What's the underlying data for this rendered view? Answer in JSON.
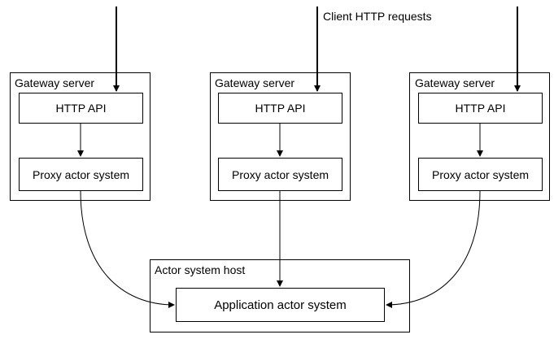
{
  "client_label": "Client HTTP requests",
  "gateways": [
    {
      "title": "Gateway server",
      "api": "HTTP API",
      "proxy": "Proxy actor system"
    },
    {
      "title": "Gateway server",
      "api": "HTTP API",
      "proxy": "Proxy actor system"
    },
    {
      "title": "Gateway server",
      "api": "HTTP API",
      "proxy": "Proxy actor system"
    }
  ],
  "host": {
    "title": "Actor system host",
    "app": "Application actor system"
  },
  "colors": {
    "stroke": "#000000",
    "background": "#ffffff"
  }
}
